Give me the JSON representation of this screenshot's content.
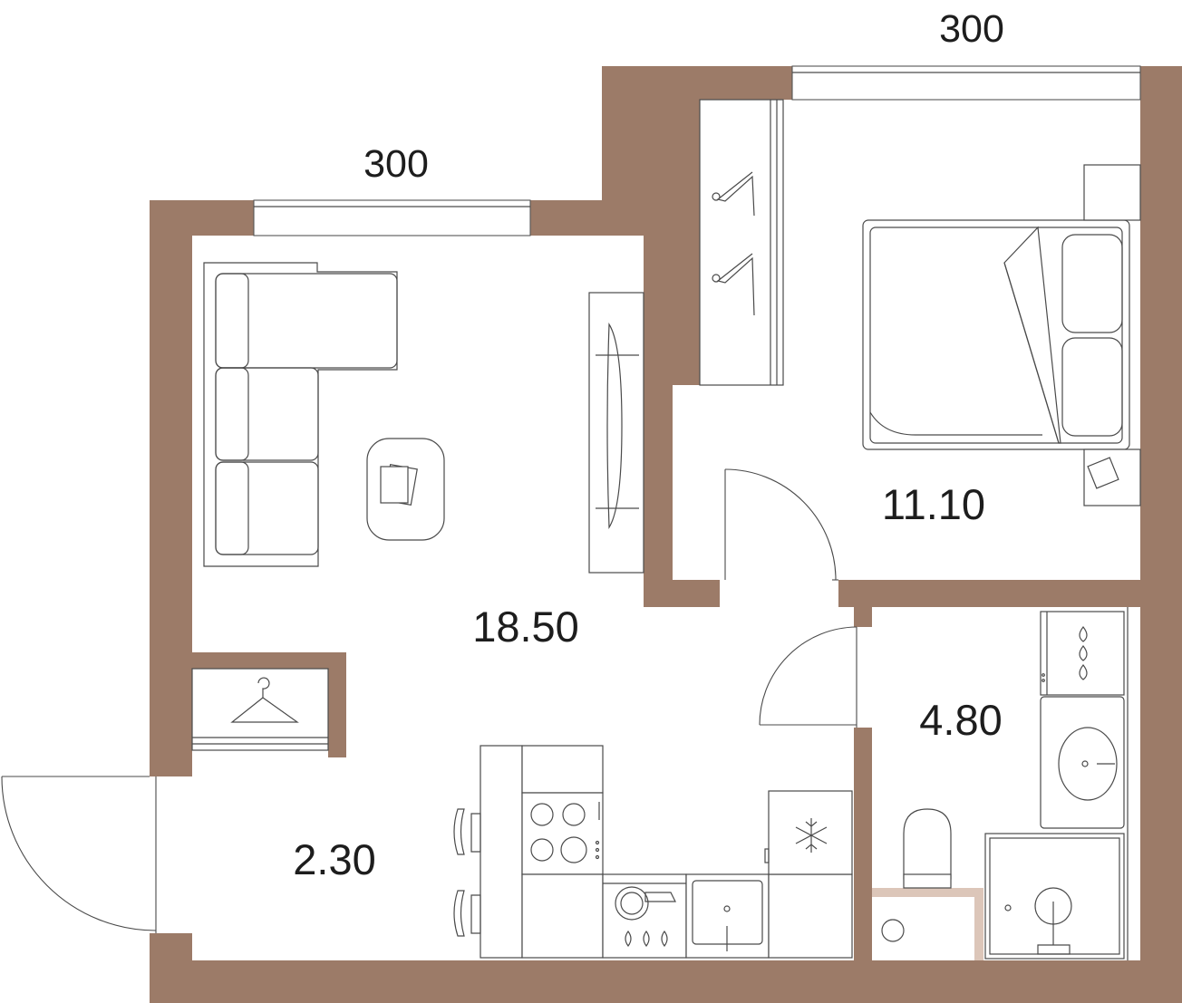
{
  "dimensions": {
    "top_right": "300",
    "top_left": "300"
  },
  "rooms": {
    "living": "18.50",
    "bedroom": "11.10",
    "bathroom": "4.80",
    "hallway": "2.30"
  },
  "colors": {
    "wall": "#9c7b68",
    "tile": "#dcc6b9",
    "line": "#4a4a4a"
  }
}
